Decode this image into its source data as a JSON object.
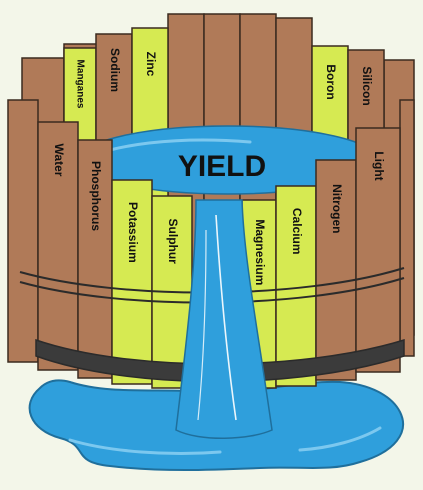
{
  "diagram": {
    "center_label": "YIELD",
    "back_staves": [
      {
        "label": "Manganes",
        "yellow": true
      },
      {
        "label": "Sodium",
        "yellow": false
      },
      {
        "label": "Zinc",
        "yellow": true
      },
      {
        "label": "Boron",
        "yellow": true
      },
      {
        "label": "Silicon",
        "yellow": false
      }
    ],
    "front_staves": [
      {
        "label": "Water",
        "yellow": false
      },
      {
        "label": "Phosphorus",
        "yellow": false
      },
      {
        "label": "Potassium",
        "yellow": true
      },
      {
        "label": "Sulphur",
        "yellow": true
      },
      {
        "label": "Magnesium",
        "yellow": true
      },
      {
        "label": "Calcium",
        "yellow": true
      },
      {
        "label": "Nitrogen",
        "yellow": false
      },
      {
        "label": "Light",
        "yellow": false
      }
    ]
  },
  "colors": {
    "background": "#f3f6e9",
    "wood": "#b07a58",
    "wood_line": "#3a2a1f",
    "limiting_stave": "#d6ea52",
    "water": "#2f9fdc",
    "water_light": "#7cc8ef",
    "band": "#3b3b3b",
    "outline": "#2b2b2b"
  }
}
